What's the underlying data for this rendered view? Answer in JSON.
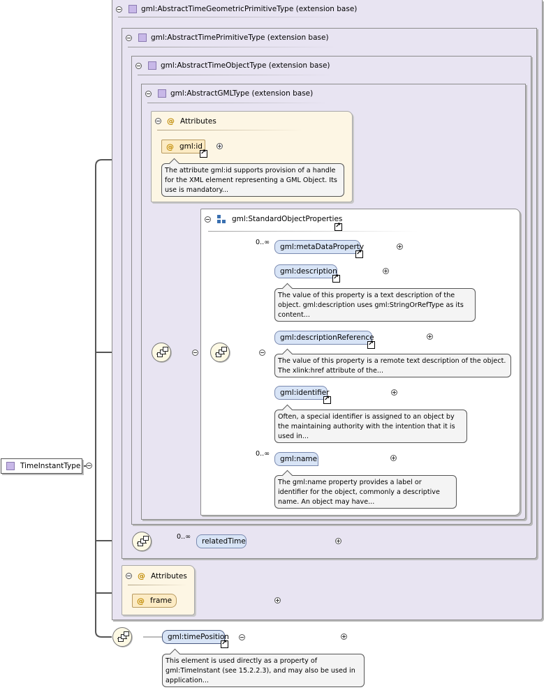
{
  "root": {
    "label": "TimeInstantType"
  },
  "frames": {
    "geometric": "gml:AbstractTimeGeometricPrimitiveType (extension base)",
    "primitive": "gml:AbstractTimePrimitiveType (extension base)",
    "object": "gml:AbstractTimeObjectType (extension base)",
    "gml": "gml:AbstractGMLType (extension base)"
  },
  "gml_attributes": {
    "title": "Attributes",
    "id_label": "gml:id",
    "id_note": "The attribute gml:id supports provision of a handle for the XML element representing a GML Object. Its use is mandatory..."
  },
  "standard_props": {
    "title": "gml:StandardObjectProperties",
    "elements": [
      {
        "label": "gml:metaDataProperty",
        "cardinality": "0..∞",
        "note": ""
      },
      {
        "label": "gml:description",
        "cardinality": "",
        "note": "The value of this property is a text description of the object. gml:description uses gml:StringOrRefType as its content..."
      },
      {
        "label": "gml:descriptionReference",
        "cardinality": "",
        "note": "The value of this property is a remote text description of the object. The xlink:href attribute of the..."
      },
      {
        "label": "gml:identifier",
        "cardinality": "",
        "note": "Often, a special identifier is assigned to an object by the maintaining authority with the intention that it is used in..."
      },
      {
        "label": "gml:name",
        "cardinality": "0..∞",
        "note": "The gml:name property provides a label or identifier for the object, commonly a descriptive name. An object may have..."
      }
    ]
  },
  "related_time": {
    "label": "relatedTime",
    "cardinality": "0..∞"
  },
  "frame_attributes": {
    "title": "Attributes",
    "frame_label": "frame"
  },
  "time_position": {
    "label": "gml:timePosition",
    "note": "This element is used directly as a property of gml:TimeInstant (see 15.2.2.3), and may also be used in application..."
  },
  "colors": {
    "frame_bg": "#e8e4f2",
    "attr_bg": "#fdf6e4",
    "element_bg": "#d8e4f6",
    "note_bg": "#f4f4f4"
  }
}
